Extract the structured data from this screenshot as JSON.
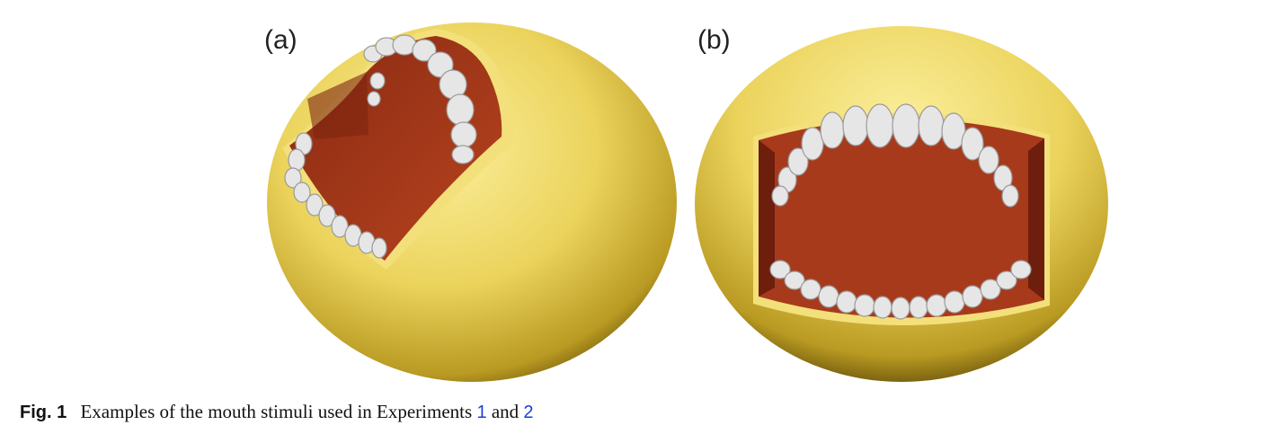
{
  "panels": [
    {
      "label": "(a)",
      "description_icon": "mouth-side-view"
    },
    {
      "label": "(b)",
      "description_icon": "mouth-front-view"
    }
  ],
  "caption": {
    "fig_label": "Fig. 1",
    "text_before": "Examples of the mouth stimuli used in Experiments",
    "ref1": "1",
    "conjunction": "and",
    "ref2": "2"
  },
  "colors": {
    "sphere": "#e8d25a",
    "sphere_shadow": "#b89a20",
    "mouth_interior": "#a83a1c",
    "teeth": "#e6e6e6"
  }
}
